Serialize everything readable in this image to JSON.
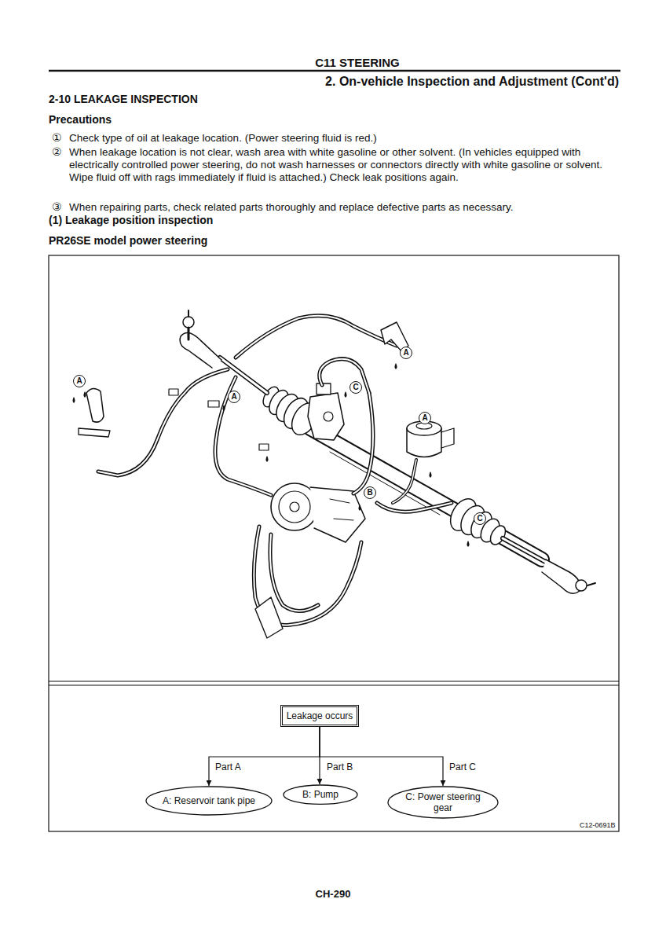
{
  "diagram": {
    "title": "C11 STEERING",
    "nodes": [
      {
        "text": [
          "Leakage occurs"
        ]
      },
      {
        "text": [
          "A: Reservoir tank pipe"
        ]
      },
      {
        "text": [
          "B: Pump"
        ]
      },
      {
        "text": [
          "C: Power steering gear"
        ]
      }
    ],
    "edges": [
      {
        "from": 0,
        "to": 1,
        "arrow": "to",
        "label": "Part A"
      },
      {
        "from": 0,
        "to": 2,
        "arrow": "to",
        "label": "Part B"
      },
      {
        "from": 0,
        "to": 3,
        "arrow": "to",
        "label": "Part C"
      }
    ],
    "labels": [
      "2. On-vehicle Inspection and Adjustment (Cont'd)",
      "2-10 LEAKAGE INSPECTION",
      "Precautions",
      "①",
      "Check type of oil at leakage location. (Power steering fluid is red.)",
      "②",
      "When leakage location is not clear, wash area with white gasoline or other solvent. (In vehicles equipped with electrically controlled power steering, do not wash harnesses or connectors directly with white gasoline or solvent. Wipe fluid off with rags immediately if fluid is attached.) Check leak positions again.",
      "③",
      "When repairing parts, check related parts thoroughly and replace defective parts as necessary.",
      "(1) Leakage position inspection",
      "PR26SE model power steering",
      "A",
      "A",
      "C",
      "A",
      "A",
      "B",
      "C",
      "C12-0691B",
      "CH-290"
    ]
  }
}
